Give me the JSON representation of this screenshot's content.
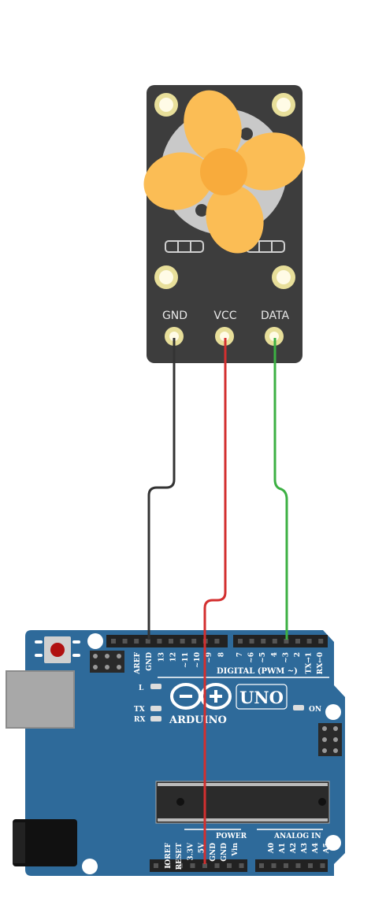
{
  "fan_module": {
    "pins": [
      {
        "label": "GND"
      },
      {
        "label": "VCC"
      },
      {
        "label": "DATA"
      }
    ]
  },
  "arduino": {
    "brand": "ARDUINO",
    "model": "UNO",
    "on_label": "ON",
    "led_l": "L",
    "led_tx": "TX",
    "led_rx": "RX",
    "digital_label": "DIGITAL (PWM ~)",
    "power_label": "POWER",
    "analog_label": "ANALOG IN",
    "digital_pins": [
      "AREF",
      "GND",
      "13",
      "12",
      "~11",
      "~10",
      "~9",
      "8",
      "7",
      "~6",
      "~5",
      "4",
      "~3",
      "2",
      "TX→1",
      "RX←0"
    ],
    "power_pins": [
      "IOREF",
      "RESET",
      "3.3V",
      "5V",
      "GND",
      "GND",
      "Vin"
    ],
    "analog_pins": [
      "A0",
      "A1",
      "A2",
      "A3",
      "A4",
      "A5"
    ]
  },
  "wires": [
    {
      "from": "GND",
      "to": "GND",
      "color": "#333333"
    },
    {
      "from": "VCC",
      "to": "5V",
      "color": "#d32f2f"
    },
    {
      "from": "DATA",
      "to": "~3",
      "color": "#3cb043"
    }
  ],
  "colors": {
    "board": "#2e6a9a",
    "module": "#3d3d3d",
    "fan": "#fbbd55",
    "pad": "#e8df9a"
  }
}
